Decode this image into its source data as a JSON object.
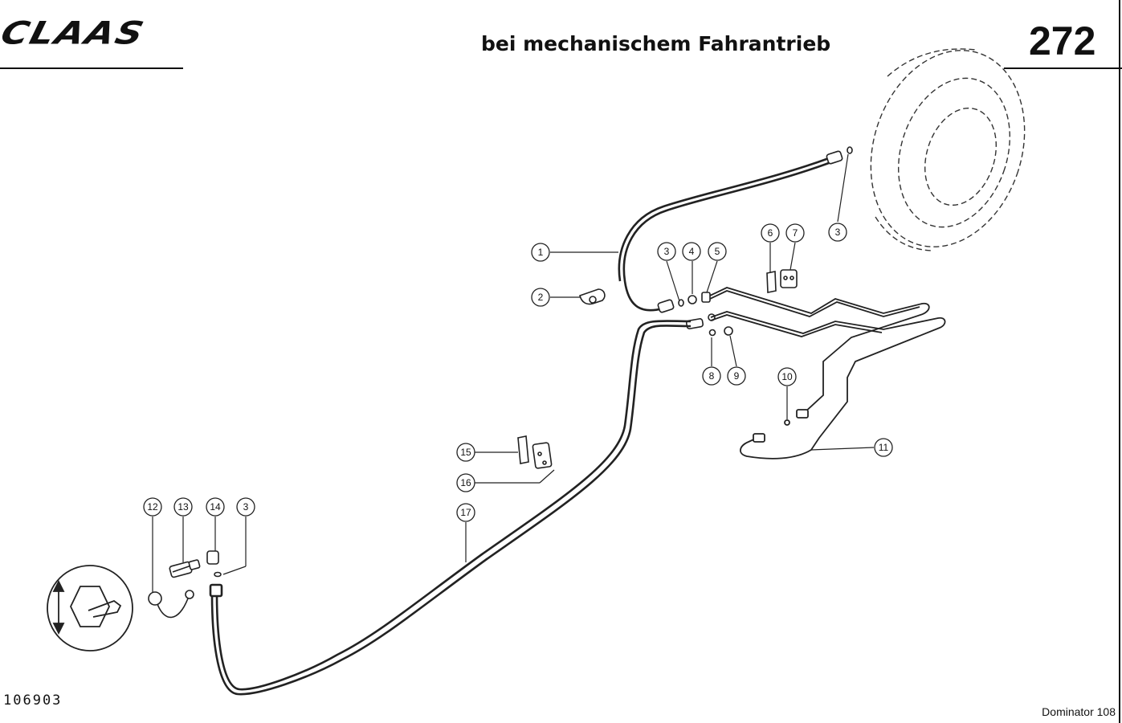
{
  "header": {
    "brand": "CLAAS",
    "title": "bei mechanischem Fahrantrieb",
    "page_number": "272"
  },
  "footer": {
    "doc_number": "106903",
    "model": "Dominator 108"
  },
  "callouts": [
    "1",
    "2",
    "3",
    "3",
    "4",
    "5",
    "6",
    "7",
    "3",
    "8",
    "9",
    "10",
    "11",
    "12",
    "13",
    "14",
    "3",
    "15",
    "16",
    "17"
  ],
  "symbol": "hexagon-wrench-icon"
}
